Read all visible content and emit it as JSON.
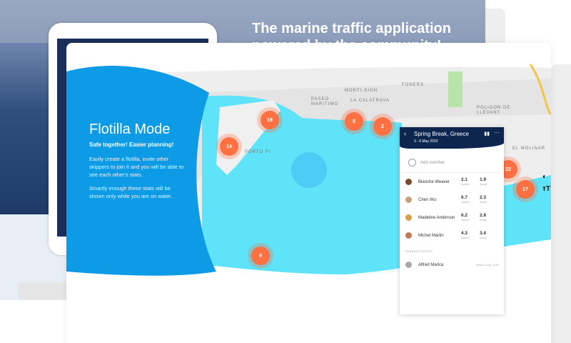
{
  "site": {
    "headline": "The marine traffic application powered by the community!"
  },
  "feature": {
    "title": "Flotilla Mode",
    "subtitle": "Safe together! Easier planning!",
    "p1": "Easily create a flotilla, invite other skippers to join it and you will be able to see each other's stats.",
    "p2": "Smartly enough these stats will be shown only while you are on water."
  },
  "map": {
    "labels": [
      "MONTI-SION",
      "FONERS",
      "PASEO MARITIMO",
      "LA CALATRAVA",
      "POLIGON DE LLEVANT",
      "EL MOLINAR",
      "PORTO PI"
    ],
    "clusters": [
      "19",
      "14",
      "5",
      "2",
      "22",
      "17",
      "9"
    ]
  },
  "panel": {
    "title": "Spring Break, Greece",
    "dates": "3 - 6 May 2020",
    "add_member": "Add member",
    "speed_label": "Speed",
    "away_label": "Away",
    "members": [
      {
        "name": "Blanche Weaver",
        "speed": "2.1",
        "away": "1.9"
      },
      {
        "name": "Chen Wu",
        "speed": "6.7",
        "away": "2.3"
      },
      {
        "name": "Madeline Anderson",
        "speed": "6.2",
        "away": "2.8"
      },
      {
        "name": "Michel Martin",
        "speed": "4.3",
        "away": "3.4"
      }
    ],
    "pending_label": "PENDING INVITES",
    "pending": [
      {
        "name": "Alfred Marica",
        "note": "Invited 21 Apr, 2019"
      }
    ]
  },
  "colors": {
    "primary": "#0d9be6",
    "water": "#5ee3f8",
    "header": "#0d2650",
    "cluster": "#ff7043"
  }
}
